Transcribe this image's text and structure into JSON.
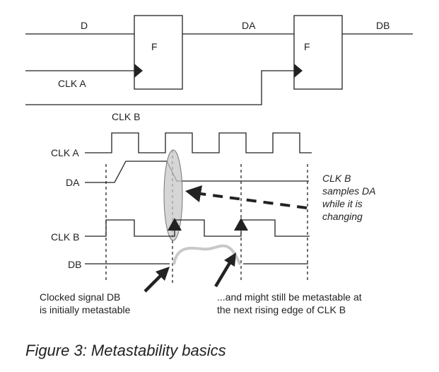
{
  "circuit": {
    "d_label": "D",
    "da_label": "DA",
    "db_label": "DB",
    "ff1_label": "F",
    "ff2_label": "F",
    "clka_label": "CLK A",
    "clkb_label": "CLK B"
  },
  "timing": {
    "clka_label": "CLK A",
    "da_label": "DA",
    "clkb_label": "CLK B",
    "db_label": "DB",
    "note_line1": "CLK B",
    "note_line2": "samples DA",
    "note_line3": "while it is",
    "note_line4": "changing",
    "left_note_line1": "Clocked signal DB",
    "left_note_line2": "is initially metastable",
    "right_note_line1": "...and might still be metastable at",
    "right_note_line2": "the next rising edge of CLK B"
  },
  "caption": "Figure 3: Metastability basics",
  "colors": {
    "line": "#222222",
    "ellipse_fill": "#c8c8c8",
    "metastable_curve": "#c8c8c8"
  }
}
